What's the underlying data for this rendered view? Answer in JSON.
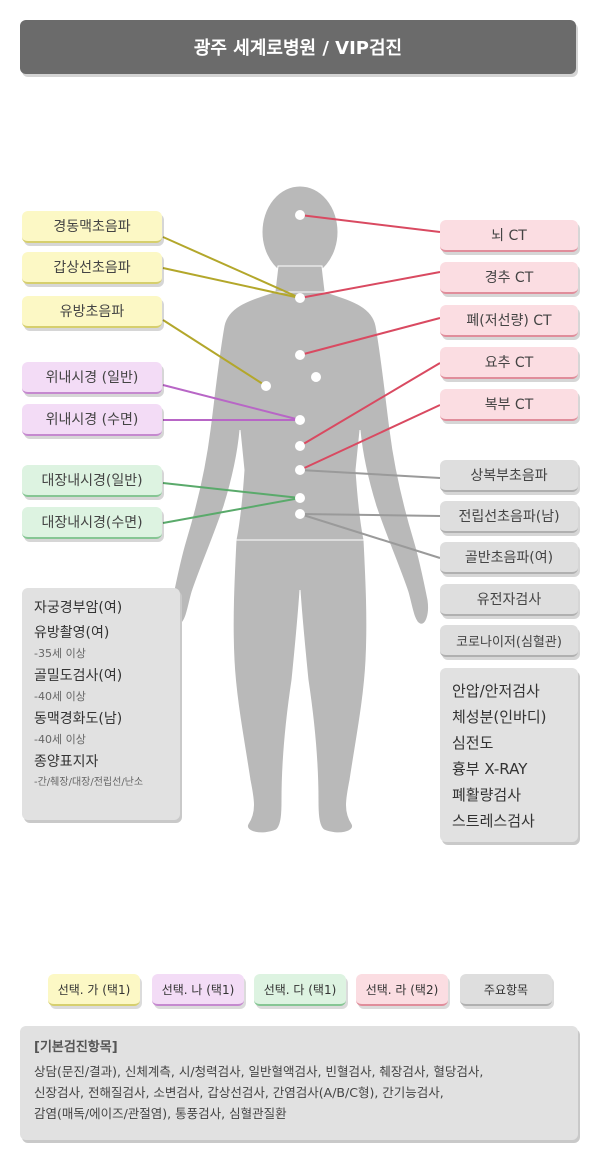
{
  "header": {
    "title": "광주 세계로병원 / VIP검진"
  },
  "left_tags": [
    {
      "label": "경동맥초음파",
      "group": "yellow"
    },
    {
      "label": "갑상선초음파",
      "group": "yellow"
    },
    {
      "label": "유방초음파",
      "group": "yellow"
    },
    {
      "label": "위내시경 (일반)",
      "group": "purple"
    },
    {
      "label": "위내시경 (수면)",
      "group": "purple"
    },
    {
      "label": "대장내시경(일반)",
      "group": "green"
    },
    {
      "label": "대장내시경(수면)",
      "group": "green"
    }
  ],
  "right_tags": [
    {
      "label": "뇌 CT",
      "group": "red"
    },
    {
      "label": "경추 CT",
      "group": "red"
    },
    {
      "label": "폐(저선량) CT",
      "group": "red"
    },
    {
      "label": "요추 CT",
      "group": "red"
    },
    {
      "label": "복부 CT",
      "group": "red"
    },
    {
      "label": "상복부초음파",
      "group": "gray"
    },
    {
      "label": "전립선초음파(남)",
      "group": "gray"
    },
    {
      "label": "골반초음파(여)",
      "group": "gray"
    },
    {
      "label": "유전자검사",
      "group": "gray"
    },
    {
      "label": "코로나이저(심혈관)",
      "group": "gray"
    }
  ],
  "left_panel": {
    "items": [
      {
        "main": "자궁경부암(여)",
        "sub": ""
      },
      {
        "main": "유방촬영(여)",
        "sub": "-35세 이상"
      },
      {
        "main": "골밀도검사(여)",
        "sub": "-40세 이상"
      },
      {
        "main": "동맥경화도(남)",
        "sub": "-40세 이상"
      },
      {
        "main": "종양표지자",
        "sub": "-간/췌장/대장/전립선/난소"
      }
    ]
  },
  "right_panel": {
    "items": [
      "안압/안저검사",
      "체성분(인바디)",
      "심전도",
      "흉부 X-RAY",
      "폐활량검사",
      "스트레스검사"
    ]
  },
  "legend": [
    {
      "label": "선택. 가 (택1)",
      "group": "yellow"
    },
    {
      "label": "선택. 나 (택1)",
      "group": "purple"
    },
    {
      "label": "선택. 다 (택1)",
      "group": "green"
    },
    {
      "label": "선택. 라 (택2)",
      "group": "red"
    },
    {
      "label": "주요항목",
      "group": "gray"
    }
  ],
  "basic": {
    "heading": "[기본검진항목]",
    "lines": [
      "상담(문진/결과), 신체계측, 시/청력검사, 일반혈액검사, 빈혈검사, 췌장검사, 혈당검사,",
      "신장검사, 전해질검사, 소변검사, 갑상선검사, 간염검사(A/B/C형), 간기능검사,",
      "감염(매독/에이즈/관절염), 통풍검사, 심혈관질환"
    ]
  },
  "colors": {
    "yellow_line": "#b3a72b",
    "purple_line": "#b866c6",
    "green_line": "#5aaa6b",
    "red_line": "#d94a61",
    "gray_line": "#9a9a9a",
    "body_fill": "#b9b9b9"
  }
}
